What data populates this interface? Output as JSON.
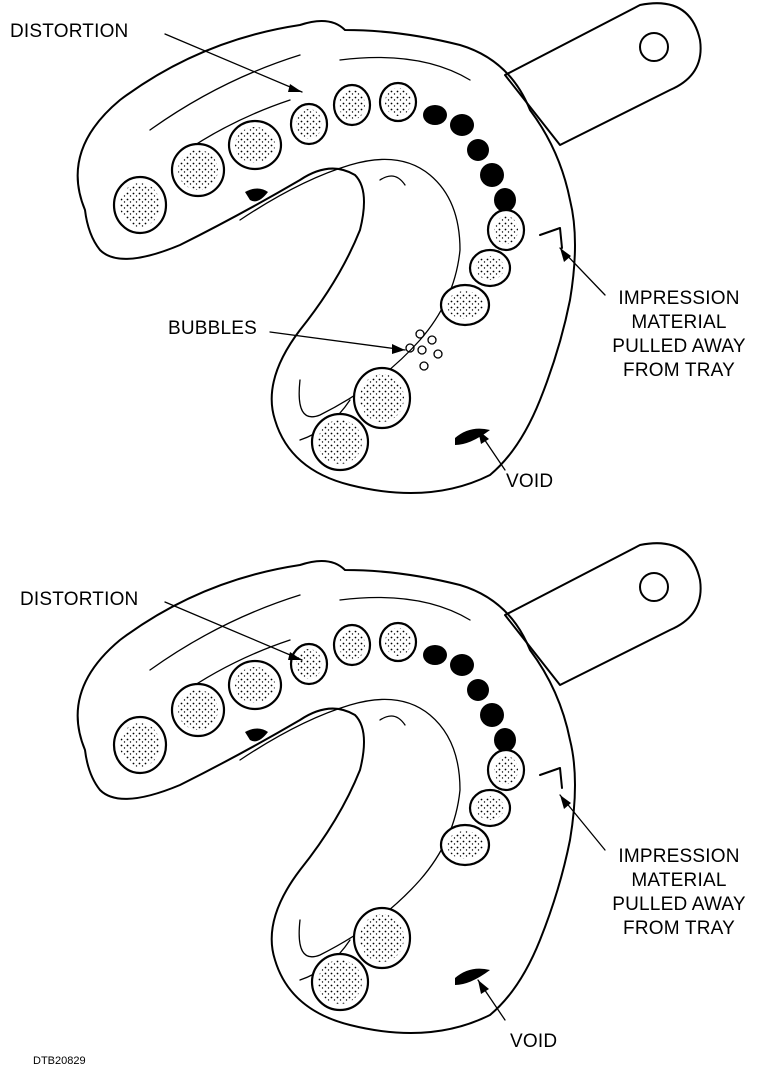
{
  "figure_id": "DTB20829",
  "panels": [
    {
      "labels": {
        "distortion": "DISTORTION",
        "bubbles": "BUBBLES",
        "pulled_line1": "IMPRESSION",
        "pulled_line2": "MATERIAL",
        "pulled_line3": "PULLED AWAY",
        "pulled_line4": "FROM TRAY",
        "void": "VOID"
      }
    },
    {
      "labels": {
        "distortion": "DISTORTION",
        "pulled_line1": "IMPRESSION",
        "pulled_line2": "MATERIAL",
        "pulled_line3": "PULLED AWAY",
        "pulled_line4": "FROM TRAY",
        "void": "VOID"
      }
    }
  ]
}
